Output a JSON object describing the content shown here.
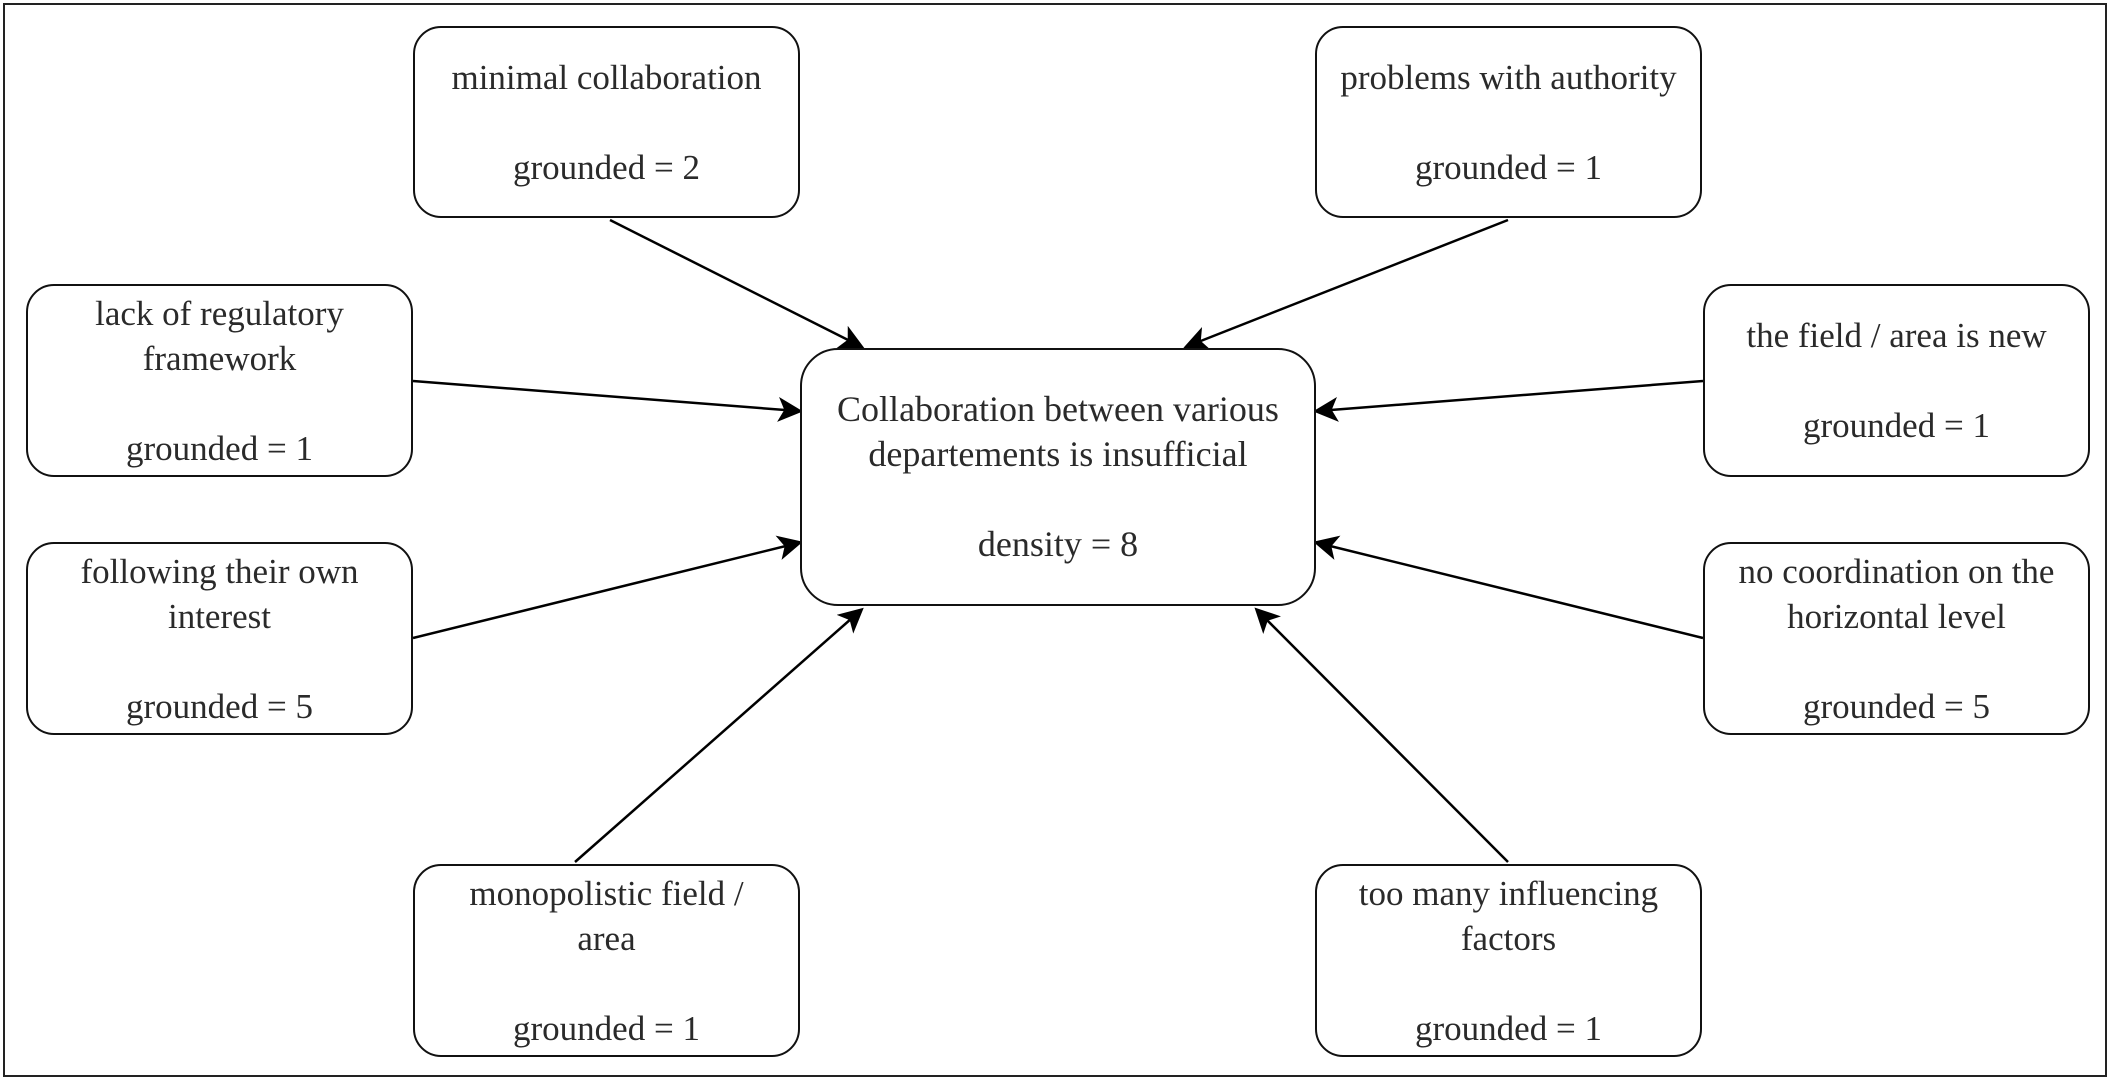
{
  "center": {
    "label": "Collaboration between various departements is insufficial",
    "metric": "density = 8"
  },
  "nodes": [
    {
      "label": "minimal collaboration",
      "metric": "grounded = 2"
    },
    {
      "label": "problems with authority",
      "metric": "grounded = 1"
    },
    {
      "label": "lack of regulatory framework",
      "metric": "grounded = 1"
    },
    {
      "label": "the field / area is new",
      "metric": "grounded = 1"
    },
    {
      "label": "following their own interest",
      "metric": "grounded = 5"
    },
    {
      "label": "no coordination on the horizontal level",
      "metric": "grounded = 5"
    },
    {
      "label": "monopolistic field / area",
      "metric": "grounded = 1"
    },
    {
      "label": "too many influencing factors",
      "metric": "grounded = 1"
    }
  ]
}
